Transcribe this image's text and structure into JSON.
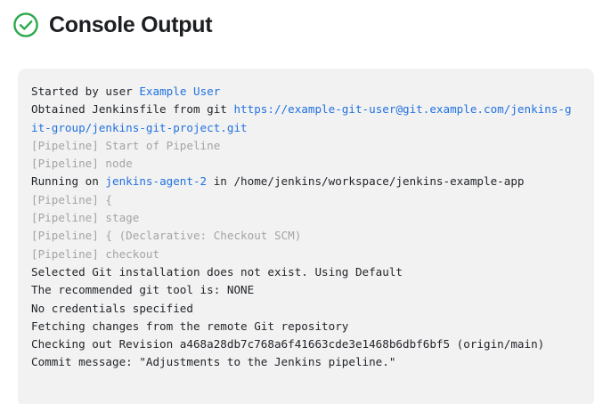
{
  "header": {
    "title": "Console Output",
    "status_icon": "check-circle-icon",
    "status_color": "#2ba94a"
  },
  "colors": {
    "link": "#2272e0",
    "muted": "#a4a4a4",
    "text": "#22252a",
    "block_background": "#f2f2f2",
    "page_background": "#ffffff"
  },
  "console": {
    "lines": [
      {
        "segments": [
          {
            "text": "Started by user ",
            "style": "normal"
          },
          {
            "text": "Example User",
            "style": "link"
          }
        ]
      },
      {
        "segments": [
          {
            "text": "Obtained Jenkinsfile from git ",
            "style": "normal"
          },
          {
            "text": "https://example-git-user@git.example.com/jenkins-git-group/jenkins-git-project.git",
            "style": "link"
          }
        ]
      },
      {
        "segments": [
          {
            "text": "[Pipeline] Start of Pipeline",
            "style": "muted"
          }
        ]
      },
      {
        "segments": [
          {
            "text": "[Pipeline] node",
            "style": "muted"
          }
        ]
      },
      {
        "segments": [
          {
            "text": "Running on ",
            "style": "normal"
          },
          {
            "text": "jenkins-agent-2",
            "style": "link"
          },
          {
            "text": " in /home/jenkins/workspace/jenkins-example-app",
            "style": "normal"
          }
        ]
      },
      {
        "segments": [
          {
            "text": "[Pipeline] {",
            "style": "muted"
          }
        ]
      },
      {
        "segments": [
          {
            "text": "[Pipeline] stage",
            "style": "muted"
          }
        ]
      },
      {
        "segments": [
          {
            "text": "[Pipeline] { (Declarative: Checkout SCM)",
            "style": "muted"
          }
        ]
      },
      {
        "segments": [
          {
            "text": "[Pipeline] checkout",
            "style": "muted"
          }
        ]
      },
      {
        "segments": [
          {
            "text": "Selected Git installation does not exist. Using Default",
            "style": "normal"
          }
        ]
      },
      {
        "segments": [
          {
            "text": "The recommended git tool is: NONE",
            "style": "normal"
          }
        ]
      },
      {
        "segments": [
          {
            "text": "No credentials specified",
            "style": "normal"
          }
        ]
      },
      {
        "segments": [
          {
            "text": "Fetching changes from the remote Git repository",
            "style": "normal"
          }
        ]
      },
      {
        "segments": [
          {
            "text": "Checking out Revision a468a28db7c768a6f41663cde3e1468b6dbf6bf5 (origin/main)",
            "style": "normal"
          }
        ]
      },
      {
        "segments": [
          {
            "text": "Commit message: \"Adjustments to the Jenkins pipeline.\"",
            "style": "normal"
          }
        ]
      }
    ]
  }
}
